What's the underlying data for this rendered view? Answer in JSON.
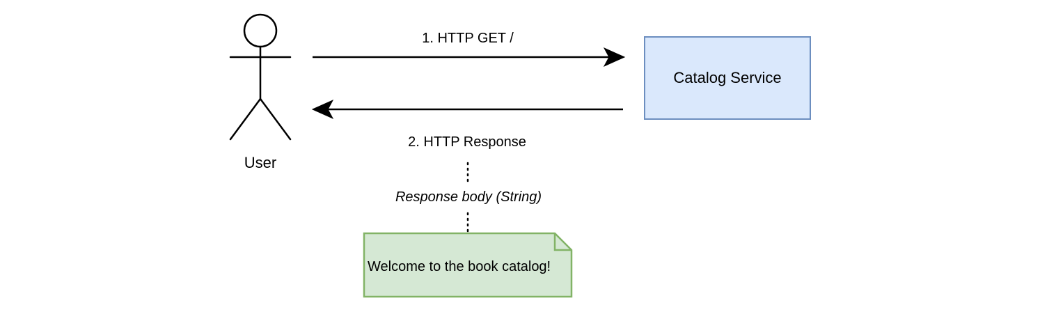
{
  "diagram": {
    "actor": {
      "label": "User"
    },
    "service": {
      "label": "Catalog Service",
      "fill": "#dae8fc",
      "stroke": "#6c8ebf"
    },
    "request": {
      "label": "1. HTTP GET /"
    },
    "response": {
      "label": "2. HTTP Response"
    },
    "annotation": {
      "label": "Response body (String)"
    },
    "note": {
      "text": "Welcome to the book catalog!",
      "fill": "#d5e8d4",
      "stroke": "#82b366"
    }
  }
}
